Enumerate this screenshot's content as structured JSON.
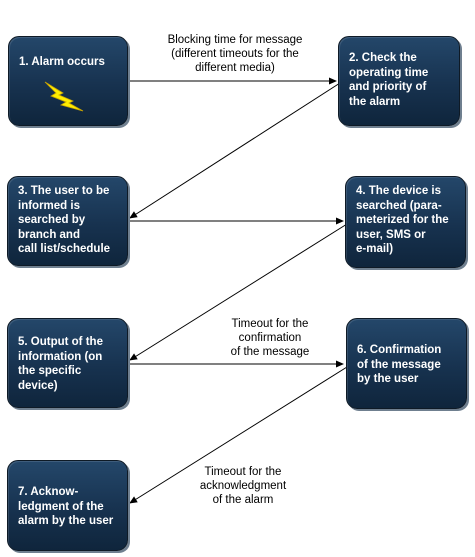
{
  "steps": [
    {
      "id": "step-1",
      "text": "1.  Alarm occurs"
    },
    {
      "id": "step-2",
      "text": "2.  Check the\noperating time\nand priority of\nthe alarm"
    },
    {
      "id": "step-3",
      "text": "3.  The user to be\ninformed is\nsearched by\nbranch and\ncall list/schedule"
    },
    {
      "id": "step-4",
      "text": "4.  The device is\nsearched (para-\nmeterized for the\nuser, SMS or\ne-mail)"
    },
    {
      "id": "step-5",
      "text": "5.  Output of the\ninformation (on\nthe specific\ndevice)"
    },
    {
      "id": "step-6",
      "text": "6.  Confirmation\nof the message\nby the user"
    },
    {
      "id": "step-7",
      "text": "7.  Acknow-\nledgment of the\nalarm by the user"
    }
  ],
  "annotations": {
    "blocking_time": "Blocking time for message\n(different timeouts for the\ndifferent media)",
    "timeout_confirmation": "Timeout for the\nconfirmation\nof the message",
    "timeout_acknowledgment": "Timeout for the\nacknowledgment\nof the alarm"
  },
  "icons": {
    "alarm": "lightning-bolt-icon"
  },
  "colors": {
    "box_fill": "#17324f",
    "box_text": "#ffffff",
    "arrow": "#000000",
    "lightning": "#ffee00"
  }
}
